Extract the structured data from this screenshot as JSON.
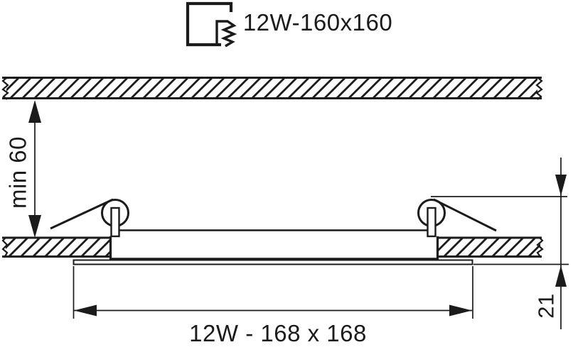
{
  "drawing": {
    "cutout_label": "12W-160x160",
    "min_depth_label": "min 60",
    "overall_size_label": "12W - 168 x 168",
    "height_label": "21",
    "colors": {
      "ink": "#1b1b1b",
      "background": "#ffffff"
    }
  }
}
